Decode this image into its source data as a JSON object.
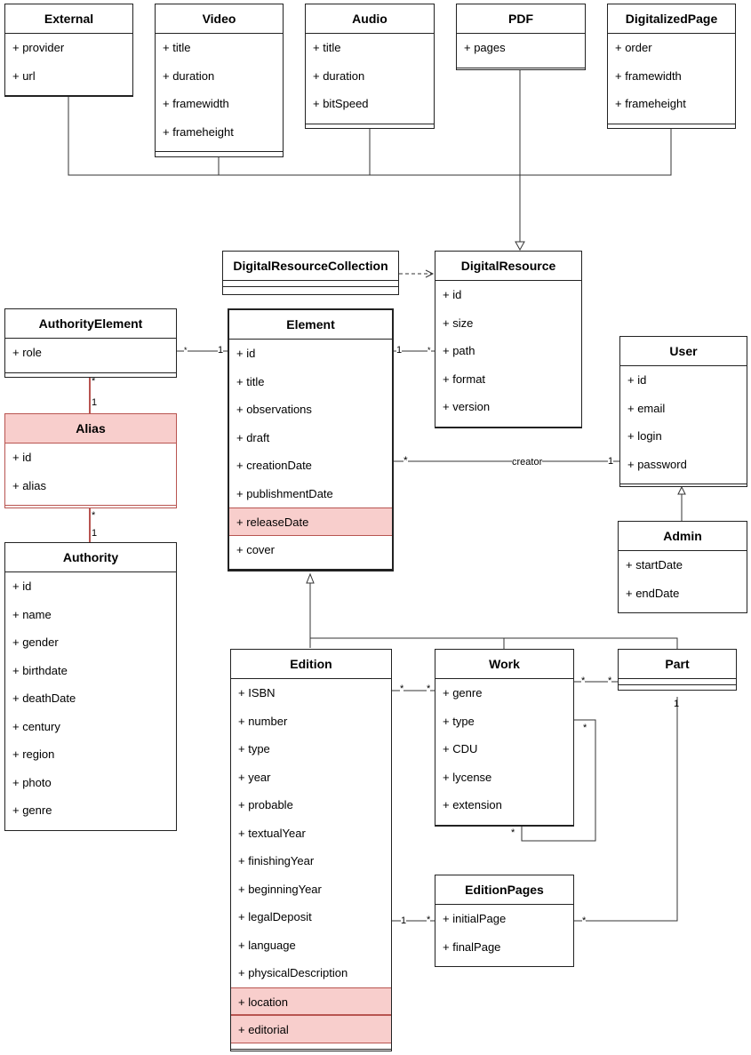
{
  "classes": {
    "external": {
      "title": "External",
      "attrs": [
        "+ provider",
        "+ url"
      ]
    },
    "video": {
      "title": "Video",
      "attrs": [
        "+ title",
        "+ duration",
        "+ framewidth",
        "+ frameheight"
      ]
    },
    "audio": {
      "title": "Audio",
      "attrs": [
        "+ title",
        "+ duration",
        "+ bitSpeed"
      ]
    },
    "pdf": {
      "title": "PDF",
      "attrs": [
        "+ pages"
      ]
    },
    "digitalized_page": {
      "title": "DigitalizedPage",
      "attrs": [
        "+ order",
        "+ framewidth",
        "+ frameheight"
      ]
    },
    "digital_resource_collection": {
      "title": "DigitalResourceCollection",
      "attrs": []
    },
    "digital_resource": {
      "title": "DigitalResource",
      "attrs": [
        "+ id",
        "+ size",
        "+ path",
        "+ format",
        "+ version"
      ]
    },
    "authority_element": {
      "title": "AuthorityElement",
      "attrs": [
        "+ role"
      ]
    },
    "element": {
      "title": "Element",
      "attrs": [
        "+ id",
        "+ title",
        "+ observations",
        "+ draft",
        "+ creationDate",
        "+ publishmentDate",
        "+ releaseDate",
        "+ cover"
      ],
      "highlighted_attrs": [
        "+ releaseDate"
      ]
    },
    "user": {
      "title": "User",
      "attrs": [
        "+ id",
        "+ email",
        "+ login",
        "+ password"
      ]
    },
    "alias": {
      "title": "Alias",
      "attrs": [
        "+ id",
        "+ alias"
      ],
      "highlighted": true
    },
    "admin": {
      "title": "Admin",
      "attrs": [
        "+ startDate",
        "+ endDate"
      ]
    },
    "authority": {
      "title": "Authority",
      "attrs": [
        "+ id",
        "+ name",
        "+ gender",
        "+ birthdate",
        "+ deathDate",
        "+ century",
        "+ region",
        "+ photo",
        "+ genre"
      ]
    },
    "edition": {
      "title": "Edition",
      "attrs": [
        "+ ISBN",
        "+ number",
        "+ type",
        "+ year",
        "+ probable",
        "+ textualYear",
        "+ finishingYear",
        "+ beginningYear",
        "+ legalDeposit",
        "+ language",
        "+ physicalDescription",
        "+ location",
        "+ editorial"
      ],
      "highlighted_attrs": [
        "+ location",
        "+ editorial"
      ]
    },
    "work": {
      "title": "Work",
      "attrs": [
        "+ genre",
        "+ type",
        "+ CDU",
        "+ lycense",
        "+ extension"
      ]
    },
    "part": {
      "title": "Part",
      "attrs": []
    },
    "edition_pages": {
      "title": "EditionPages",
      "attrs": [
        "+ initialPage",
        "+ finalPage"
      ]
    }
  },
  "relations": {
    "authority_element_element": {
      "source_mult": "*",
      "target_mult": "1"
    },
    "element_digital_resource": {
      "source_mult": "1",
      "target_mult": "*"
    },
    "element_user": {
      "source_mult": "*",
      "target_mult": "1",
      "label": "creator"
    },
    "authority_element_alias": {
      "source_mult": "*",
      "target_mult": "1"
    },
    "alias_authority": {
      "source_mult": "*",
      "target_mult": "1"
    },
    "edition_work": {
      "source_mult": "*",
      "target_mult": "*"
    },
    "work_part": {
      "source_mult": "*",
      "target_mult": "*"
    },
    "work_self": {
      "source_mult": "*",
      "target_mult": "*"
    },
    "edition_edition_pages": {
      "source_mult": "1",
      "target_mult": "*"
    },
    "part_edition_pages": {
      "source_mult": "1",
      "target_mult": "*"
    }
  },
  "colors": {
    "line": "#222222",
    "highlight_fill": "#f8cecc",
    "highlight_stroke": "#b85450"
  }
}
